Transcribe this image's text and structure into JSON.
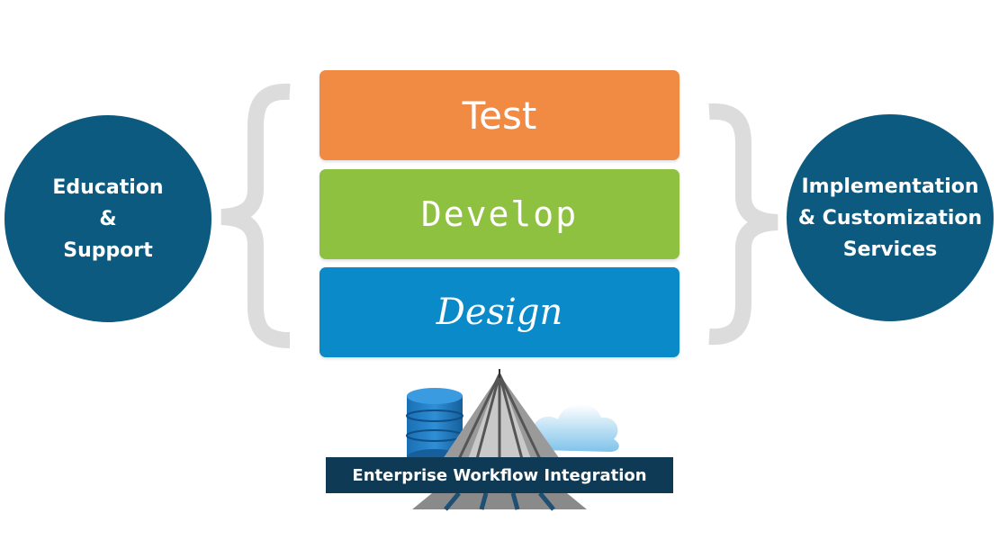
{
  "left_circle": {
    "line1": "Education",
    "line2": "&",
    "line3": "Support"
  },
  "right_circle": {
    "line1": "Implementation",
    "line2": "& Customization",
    "line3": "Services"
  },
  "stack": {
    "top": "Test",
    "middle": "Develop",
    "bottom": "Design"
  },
  "banner": {
    "label": "Enterprise Workflow Integration"
  },
  "colors": {
    "circle": "#0c5a80",
    "test": "#f18a42",
    "develop": "#8dc13f",
    "design": "#0a8ac8",
    "banner": "#0f3a55",
    "brace": "#dcdcdc"
  },
  "icons": {
    "database": "database-icon",
    "building": "building-icon",
    "cloud": "cloud-icon"
  }
}
